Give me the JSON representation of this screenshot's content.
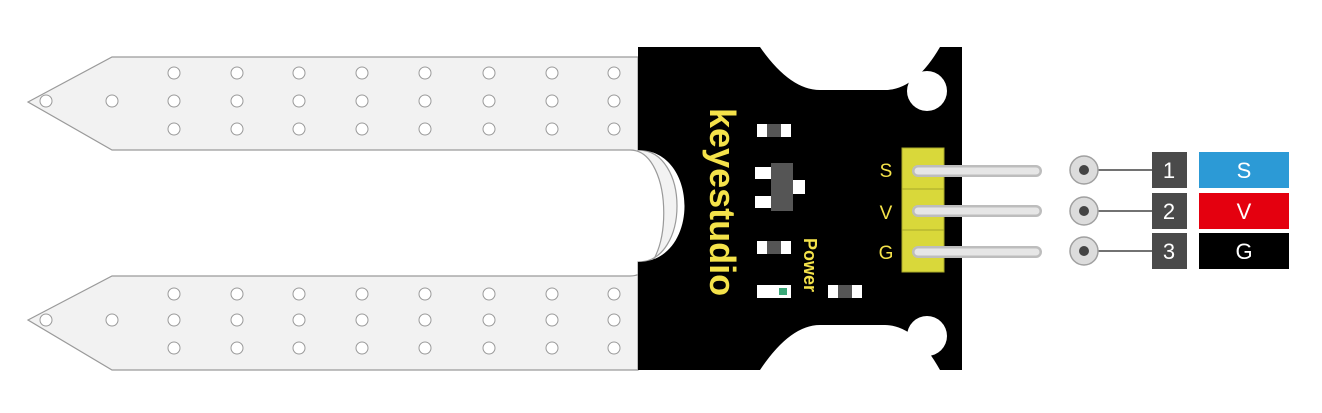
{
  "board": {
    "brand": "keyestudio",
    "power_label": "Power"
  },
  "header_pins": [
    {
      "label": "S"
    },
    {
      "label": "V"
    },
    {
      "label": "G"
    }
  ],
  "pinout": [
    {
      "number": "1",
      "name": "S",
      "color": "#2c9ad6"
    },
    {
      "number": "2",
      "name": "V",
      "color": "#e4000f"
    },
    {
      "number": "3",
      "name": "G",
      "color": "#000000"
    }
  ],
  "colors": {
    "pcb": "#000000",
    "silkscreen": "#f4e24a",
    "header": "#d9d83a",
    "probe_fill": "#f2f2f2",
    "number_box": "#4a4a4a"
  }
}
